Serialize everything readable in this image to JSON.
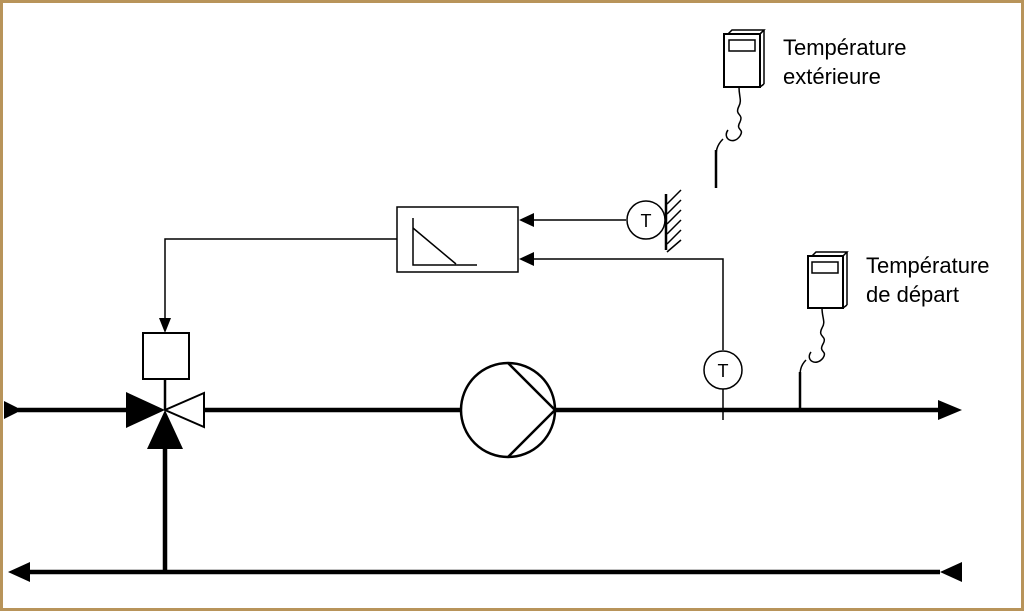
{
  "labels": {
    "outdoor_temperature": {
      "line1": "Température",
      "line2": "extérieure"
    },
    "flow_temperature": {
      "line1": "Température",
      "line2": "de départ"
    }
  },
  "symbols": {
    "sensor_letter": "T"
  },
  "colors": {
    "frame": "#b8945a",
    "line": "#000000",
    "background": "#ffffff"
  }
}
